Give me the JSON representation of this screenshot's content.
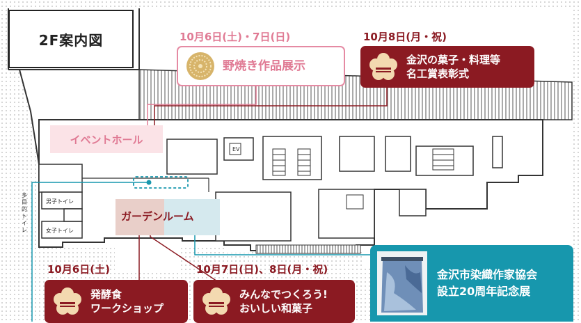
{
  "map": {
    "title": "2F案内図",
    "labels": {
      "ev": "EV",
      "mens_toilet": "男子トイレ",
      "womens_toilet": "女子トイレ",
      "multi_toilet": "多目的トイレ"
    },
    "rooms": {
      "event_hall": "イベントホール",
      "garden_room": "ガーデンルーム"
    },
    "events": [
      {
        "date": "10月6日(土)・7日(日)",
        "title": "野焼き作品展示"
      },
      {
        "date": "10月8日(月・祝)",
        "title_line1": "金沢の菓子・料理等",
        "title_line2": "名工賞表彰式"
      },
      {
        "date": "10月6日(土)",
        "title_line1": "発酵食",
        "title_line2": "ワークショップ"
      },
      {
        "date": "10月7日(日)、8日(月・祝)",
        "title_line1": "みんなでつくろう!",
        "title_line2": "おいしい和菓子"
      },
      {
        "title_line1": "金沢市染織作家協会",
        "title_line2": "設立20周年記念展"
      }
    ],
    "colors": {
      "dark_red": "#8b1a22",
      "pink": "#e07a94",
      "teal": "#1797ad",
      "event_hall_fill": "#fbe3e7",
      "garden_room_fill": "#e9cfc9",
      "teal_room_fill": "#d5e9ee"
    },
    "icons": [
      "plum-blossom-icon",
      "chrysanthemum-icon",
      "kimono-photo"
    ]
  }
}
